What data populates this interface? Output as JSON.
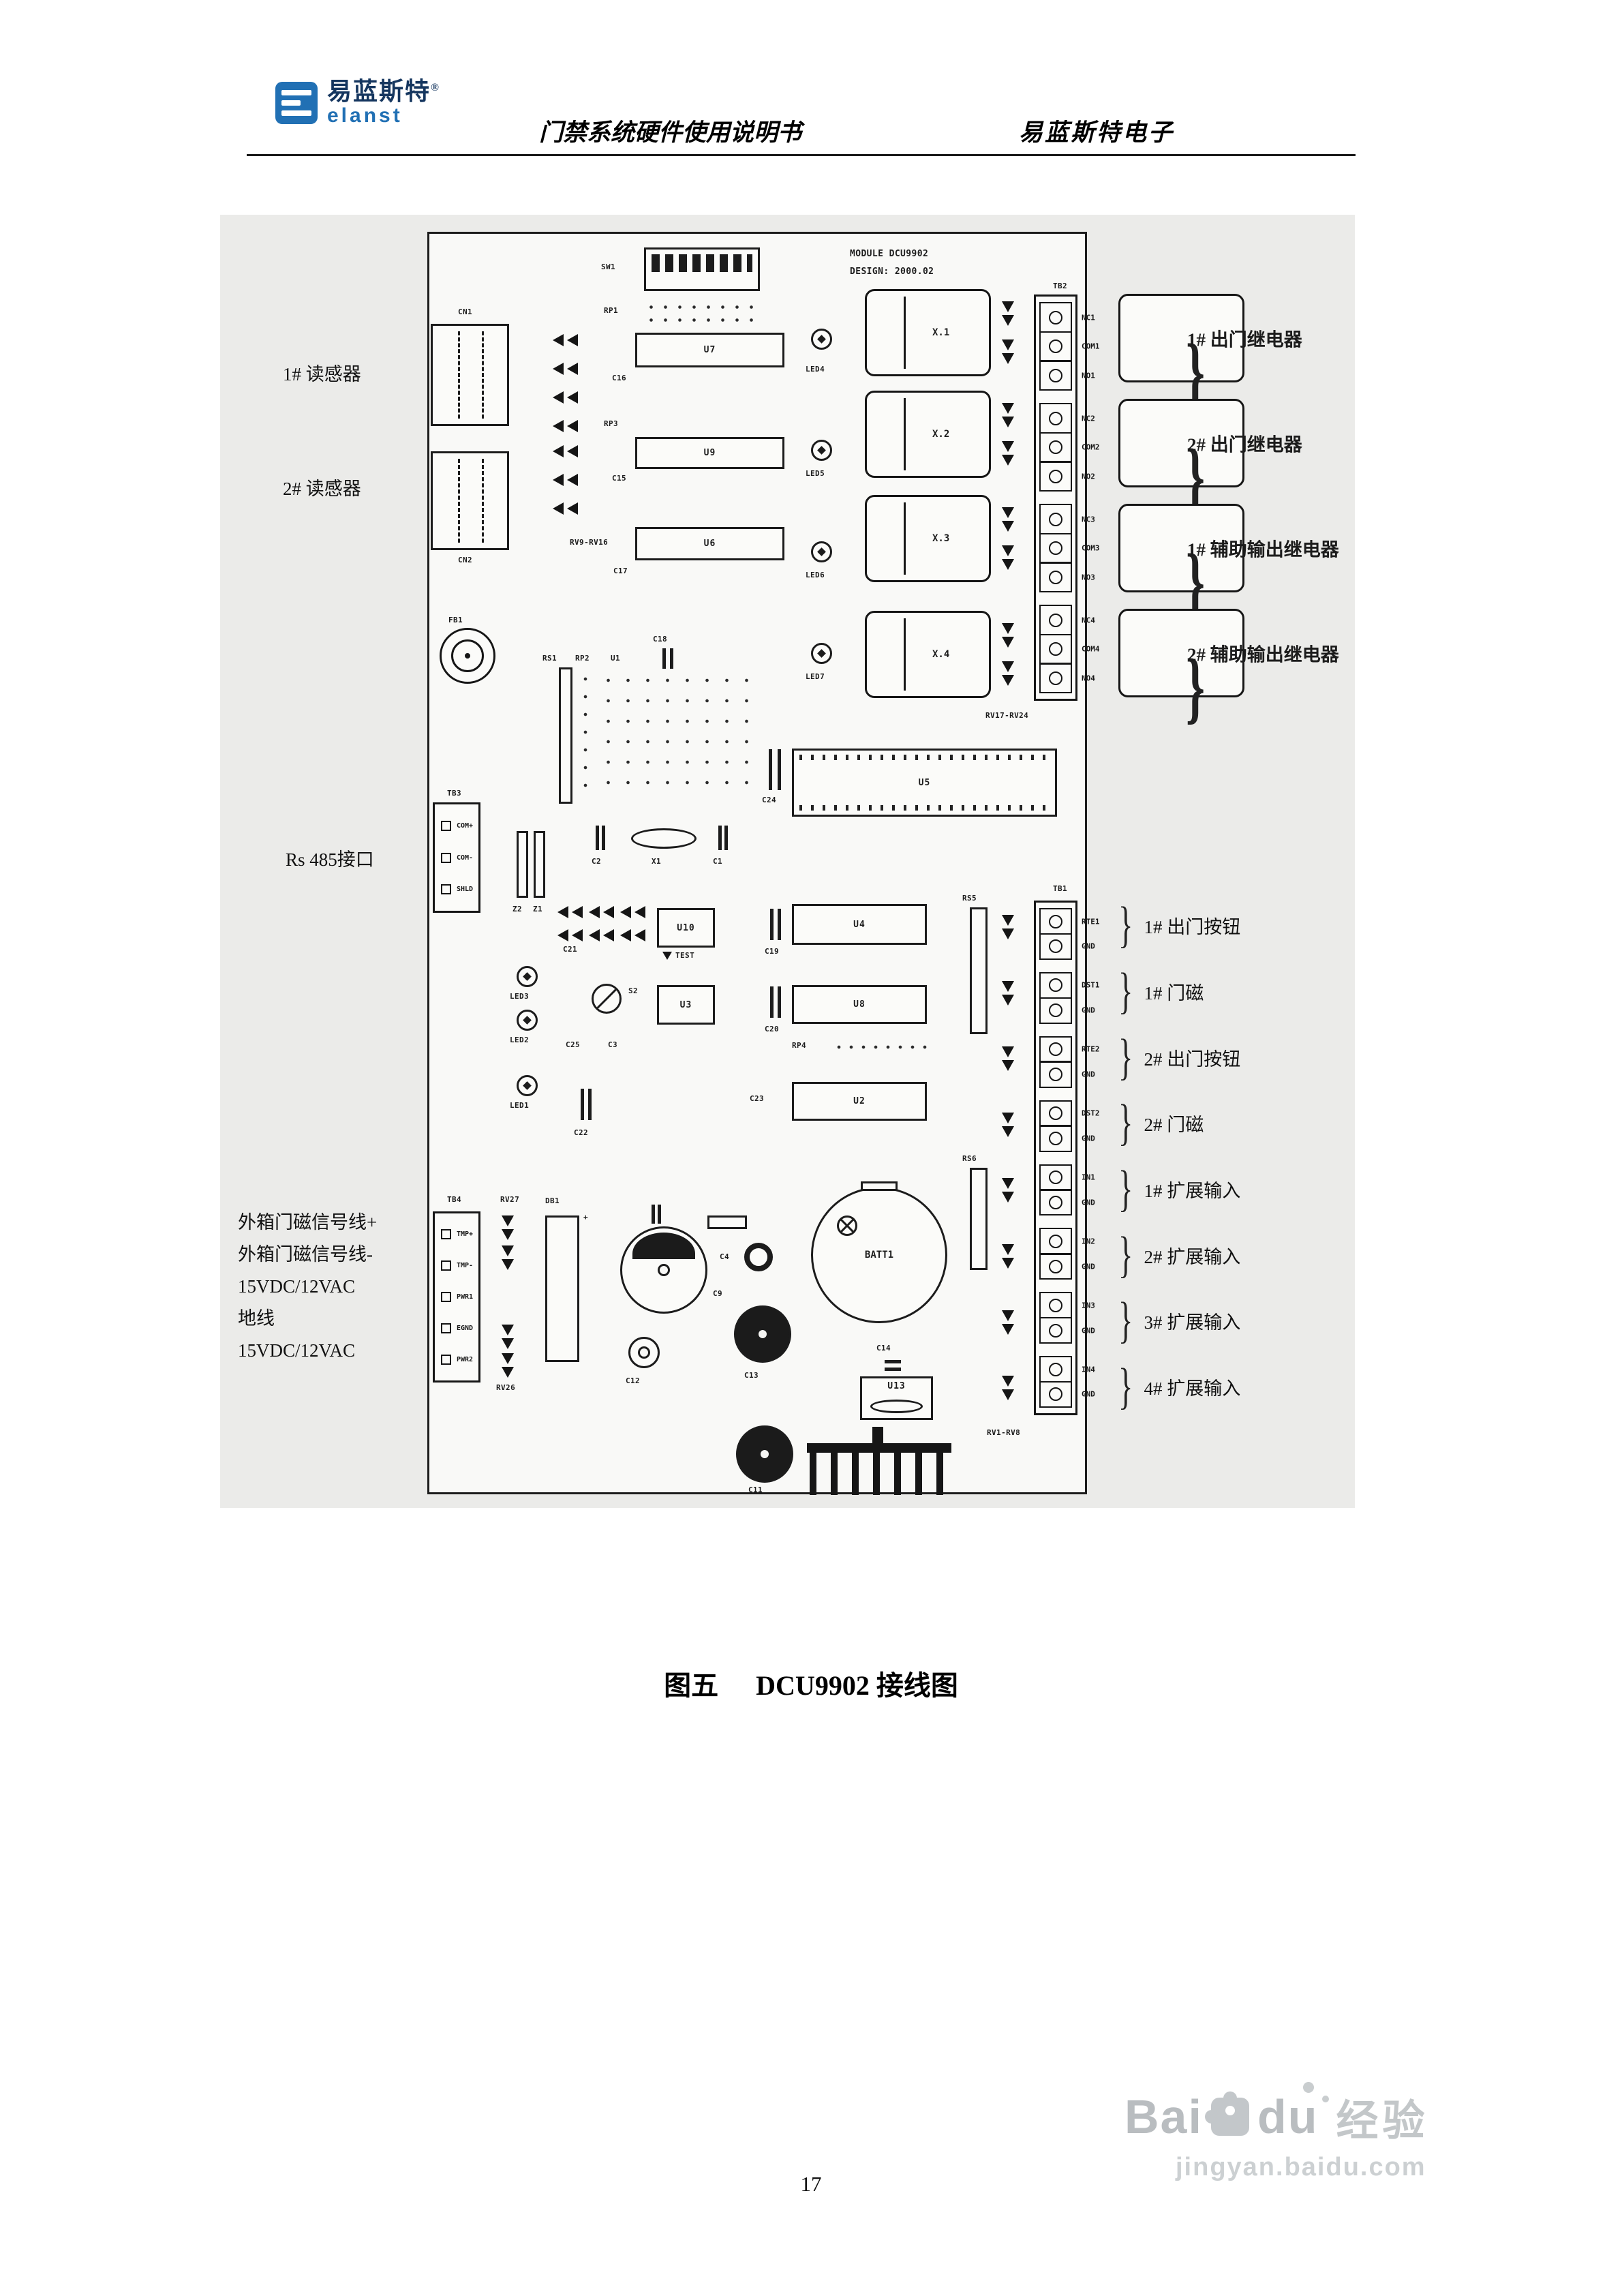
{
  "header": {
    "brand_cn": "易蓝斯特",
    "reg": "®",
    "brand_en": "elanst",
    "doc_title": "门禁系统硬件使用说明书",
    "company": "易蓝斯特电子"
  },
  "diagram": {
    "brace": "}",
    "left": {
      "reader1": "1# 读感器",
      "reader2": "2# 读感器",
      "rs485": "Rs 485接口"
    },
    "power_lines": [
      "外箱门磁信号线+",
      "外箱门磁信号线-",
      "15VDC/12VAC",
      "地线",
      "15VDC/12VAC"
    ],
    "relay_callouts": [
      "1# 出门继电器",
      "2# 出门继电器",
      "1# 辅助输出继电器",
      "2# 辅助输出继电器"
    ],
    "io_callouts": [
      "1# 出门按钮",
      "1# 门磁",
      "2# 出门按钮",
      "2# 门磁",
      "1# 扩展输入",
      "2# 扩展输入",
      "3# 扩展输入",
      "4# 扩展输入"
    ],
    "board": {
      "sw1": "SW1",
      "rp1": "RP1",
      "module_line1": "MODULE  DCU9902",
      "module_line2": "DESIGN: 2000.02",
      "cn1": "CN1",
      "cn2": "CN2",
      "u7": "U7",
      "u9": "U9",
      "u6": "U6",
      "c16": "C16",
      "c15": "C15",
      "c17": "C17",
      "rp3": "RP3",
      "rv9_16": "RV9-RV16",
      "led4": "LED4",
      "led5": "LED5",
      "led6": "LED6",
      "led7": "LED7",
      "relays": [
        "X.1",
        "X.2",
        "X.3",
        "X.4"
      ],
      "rv17_24": "RV17-RV24",
      "tb2": "TB2",
      "tb2_pins": [
        "NC1",
        "COM1",
        "NO1",
        "NC2",
        "COM2",
        "NO2",
        "NC3",
        "COM3",
        "NO3",
        "NC4",
        "COM4",
        "NO4"
      ],
      "fb1": "FB1",
      "rs1": "RS1",
      "rp2": "RP2",
      "u1": "U1",
      "c18": "C18",
      "c24": "C24",
      "u5": "U5",
      "tb3": "TB3",
      "tb3_pins": [
        "COM+",
        "COM-",
        "SHLD"
      ],
      "z2": "Z2",
      "z1": "Z1",
      "c2": "C2",
      "x1": "X1",
      "c1": "C1",
      "c21": "C21",
      "u10": "U10",
      "test": "TEST",
      "c19": "C19",
      "u4": "U4",
      "rs5": "RS5",
      "led3": "LED3",
      "led2": "LED2",
      "led1": "LED1",
      "s2": "S2",
      "c25": "C25",
      "c3": "C3",
      "u3": "U3",
      "c20": "C20",
      "u8": "U8",
      "rp4": "RP4",
      "c23": "C23",
      "u2": "U2",
      "c22": "C22",
      "tb1": "TB1",
      "tb1_pins": [
        "RTE1",
        "GND",
        "DST1",
        "GND",
        "RTE2",
        "GND",
        "DST2",
        "GND",
        "IN1",
        "GND",
        "IN2",
        "GND",
        "IN3",
        "GND",
        "IN4",
        "GND"
      ],
      "rv1_8": "RV1-RV8",
      "rs6": "RS6",
      "tb4": "TB4",
      "tb4_pins": [
        "TMP+",
        "TMP-",
        "PWR1",
        "EGND",
        "PWR2"
      ],
      "rv27": "RV27",
      "rv26": "RV26",
      "db1": "DB1",
      "db1_plus": "+",
      "c9": "C9",
      "c4": "C4",
      "batt1": "BATT1",
      "c12": "C12",
      "c13": "C13",
      "c14": "C14",
      "u13": "U13",
      "c11": "C11"
    }
  },
  "caption": {
    "figure": "图五",
    "title": "DCU9902 接线图"
  },
  "footer": {
    "page_number": "17"
  },
  "watermark": {
    "part1": "Bai",
    "part2": "du",
    "part3": "经验",
    "url": "jingyan.baidu.com"
  }
}
